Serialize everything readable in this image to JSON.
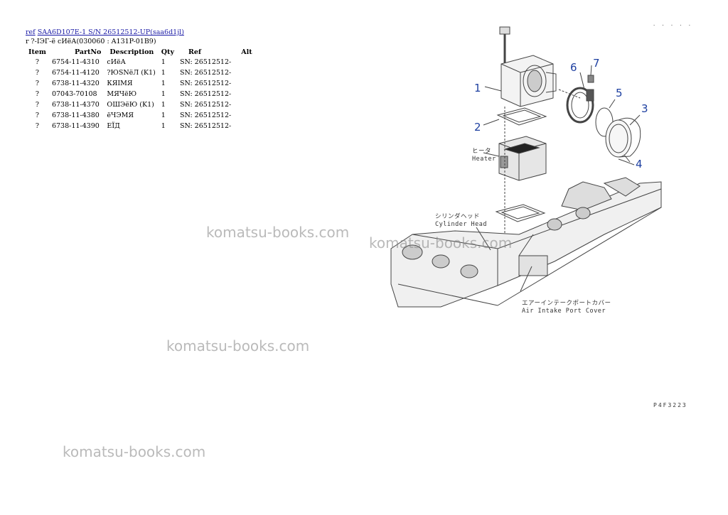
{
  "header": {
    "ref_link": "ref",
    "model_link": "SAA6D107E-1 S/N 26512512-UP(saa6d1jl)",
    "section_title": "r ?-ІЭГ-ё сИёА(030060 : A131P-01B9)"
  },
  "table": {
    "columns": {
      "item": "Item",
      "part_no": "PartNo",
      "description": "Description",
      "qty": "Qty",
      "ref": "Ref",
      "alt": "Alt"
    },
    "rows": [
      {
        "item": "?",
        "part_no": "6754-11-4310",
        "description": "сИёА",
        "qty": "1",
        "ref": "SN: 26512512-",
        "alt": ""
      },
      {
        "item": "?",
        "part_no": "6754-11-4120",
        "description": "?ЮSNёЛ (K1)",
        "qty": "1",
        "ref": "SN: 26512512-",
        "alt": ""
      },
      {
        "item": "?",
        "part_no": "6738-11-4320",
        "description": "КЯІМЯ",
        "qty": "1",
        "ref": "SN: 26512512-",
        "alt": ""
      },
      {
        "item": "?",
        "part_no": "07043-70108",
        "description": "МЯЧёЮ",
        "qty": "1",
        "ref": "SN: 26512512-",
        "alt": ""
      },
      {
        "item": "?",
        "part_no": "6738-11-4370",
        "description": "ОШЭёЮ (K1)",
        "qty": "1",
        "ref": "SN: 26512512-",
        "alt": ""
      },
      {
        "item": "?",
        "part_no": "6738-11-4380",
        "description": "ёЧЭМЯ",
        "qty": "1",
        "ref": "SN: 26512512-",
        "alt": ""
      },
      {
        "item": "?",
        "part_no": "6738-11-4390",
        "description": "ЕЇД",
        "qty": "1",
        "ref": "SN: 26512512-",
        "alt": ""
      }
    ]
  },
  "diagram": {
    "callouts": [
      "1",
      "2",
      "3",
      "4",
      "5",
      "6",
      "7"
    ],
    "labels": {
      "heater_jp": "ヒータ",
      "heater_en": "Heater",
      "cylinder_head_jp": "シリンダヘッド",
      "cylinder_head_en": "Cylinder Head",
      "air_intake_jp": "エアーインテークポートカバー",
      "air_intake_en": "Air Intake Port Cover"
    },
    "figure_code": "P4F3223",
    "corner_code": "· · · · ·",
    "line_color": "#444444",
    "callout_color": "#1d3fa0"
  },
  "watermarks": {
    "text": "komatsu-books.com"
  }
}
